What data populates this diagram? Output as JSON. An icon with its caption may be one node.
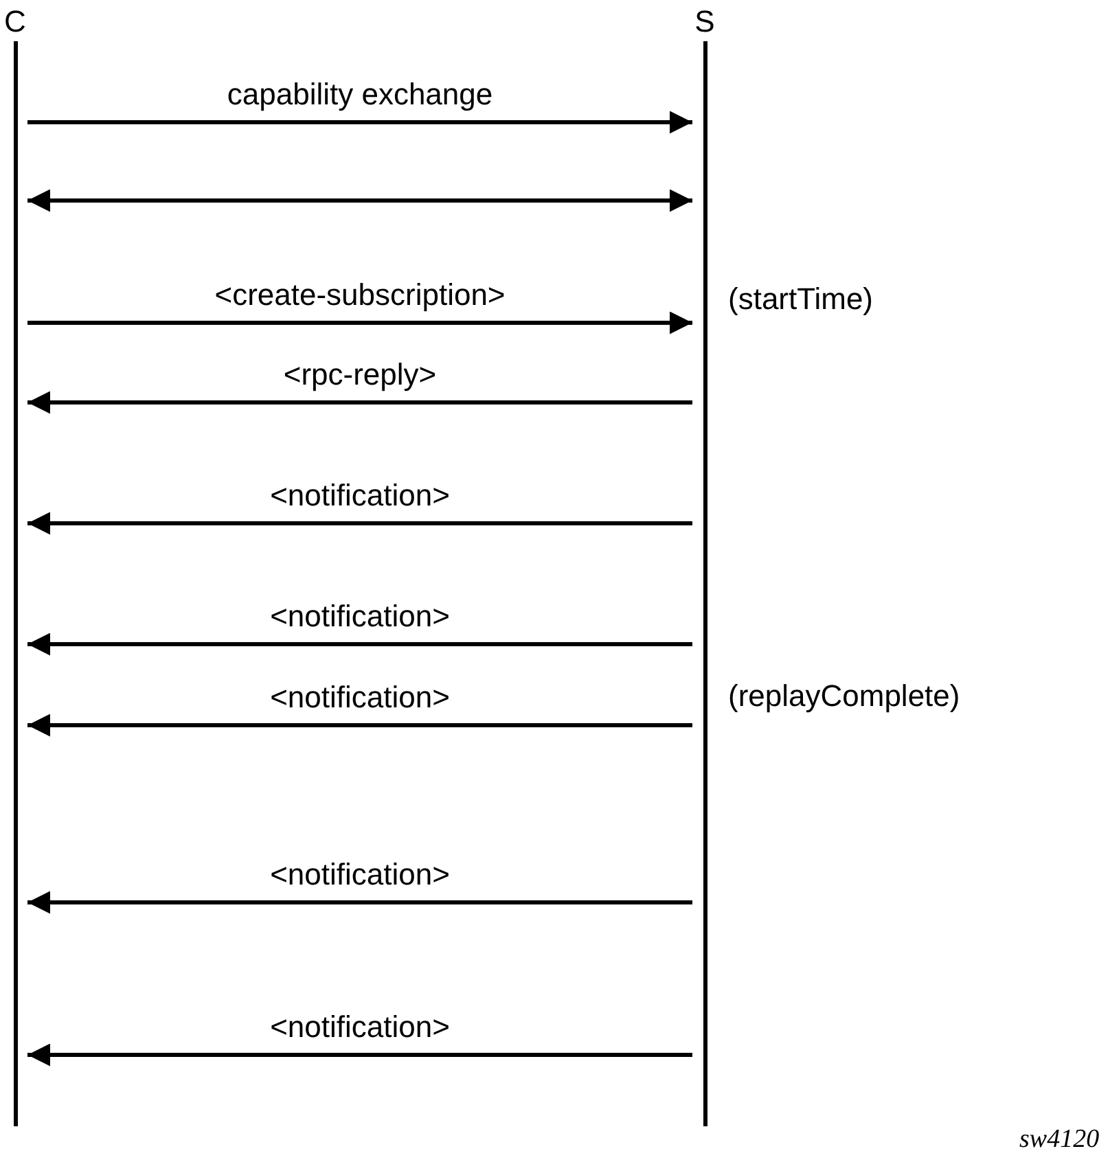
{
  "diagram": {
    "nodes": [
      {
        "text": [
          "C"
        ]
      },
      {
        "text": [
          "S"
        ]
      }
    ],
    "edges": [
      {
        "from": 0,
        "to": 1,
        "arrow": "to",
        "label": "capability exchange"
      },
      {
        "from": 0,
        "to": 1,
        "arrow": "both"
      },
      {
        "from": 0,
        "to": 1,
        "arrow": "to",
        "label": "<create-subscription>"
      },
      {
        "from": 1,
        "to": 0,
        "arrow": "to",
        "label": "<rpc-reply>"
      },
      {
        "from": 1,
        "to": 0,
        "arrow": "to",
        "label": "<notification>"
      },
      {
        "from": 1,
        "to": 0,
        "arrow": "to",
        "label": "<notification>"
      },
      {
        "from": 1,
        "to": 0,
        "arrow": "to",
        "label": "<notification>"
      },
      {
        "from": 1,
        "to": 0,
        "arrow": "to",
        "label": "<notification>"
      },
      {
        "from": 1,
        "to": 0,
        "arrow": "to",
        "label": "<notification>"
      }
    ],
    "labels": [
      "(startTime)",
      "(replayComplete)",
      "sw4120"
    ]
  }
}
